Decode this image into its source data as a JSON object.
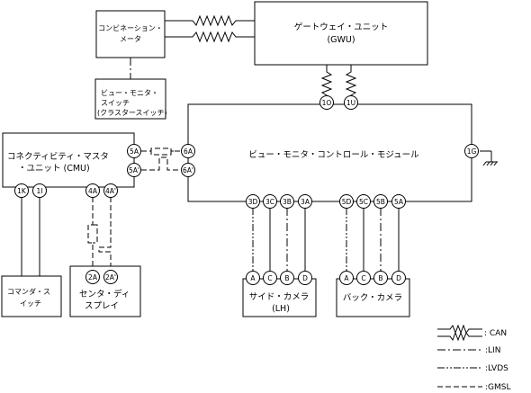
{
  "modules": {
    "gateway": {
      "line1": "ゲートウェイ・ユニット",
      "line2": "(GWU)"
    },
    "combination_meter": {
      "line1": "コンビネーション・",
      "line2": "メータ"
    },
    "view_switch": {
      "line1": "ビュー・モニタ・",
      "line2": "スイッチ",
      "line3": "(クラスタースイッチ)"
    },
    "cmu": {
      "line1": "コネクティビティ・マスタ",
      "line2": "・ユニット (CMU)"
    },
    "vmcm": {
      "line1": "ビュー・モニタ・コントロール・モジュール"
    },
    "commander": {
      "line1": "コマンダ・ス",
      "line2": "イッチ"
    },
    "center_display": {
      "line1": "センタ・ディ",
      "line2": "スプレイ"
    },
    "side_camera": {
      "line1": "サイド・カメラ",
      "line2": "(LH)"
    },
    "back_camera": {
      "line1": "バック・カメラ"
    }
  },
  "pins": {
    "gwu_1o": "1O",
    "gwu_1u": "1U",
    "cmu_5a_upper": "5A",
    "cmu_5a_lower": "5A'",
    "cmu_1k": "1K",
    "cmu_1i": "1I",
    "cmu_4a": "4A",
    "cmu_4a_prime": "4A'",
    "vmcm_6a": "6A",
    "vmcm_6a_prime": "6A'",
    "vmcm_1g": "1G",
    "vmcm_3d": "3D",
    "vmcm_3c": "3C",
    "vmcm_3b": "3B",
    "vmcm_3a": "3A",
    "vmcm_5d": "5D",
    "vmcm_5c": "5C",
    "vmcm_5b": "5B",
    "vmcm_5a": "5A",
    "disp_2a": "2A",
    "disp_2a_prime": "2A'",
    "side_a": "A",
    "side_c": "C",
    "side_b": "B",
    "side_d": "D",
    "back_a": "A",
    "back_c": "C",
    "back_b": "B",
    "back_d": "D"
  },
  "legend": {
    "can": ": CAN",
    "lin": ":LIN",
    "lvds": ":LVDS",
    "gmsl": ":GMSL"
  }
}
